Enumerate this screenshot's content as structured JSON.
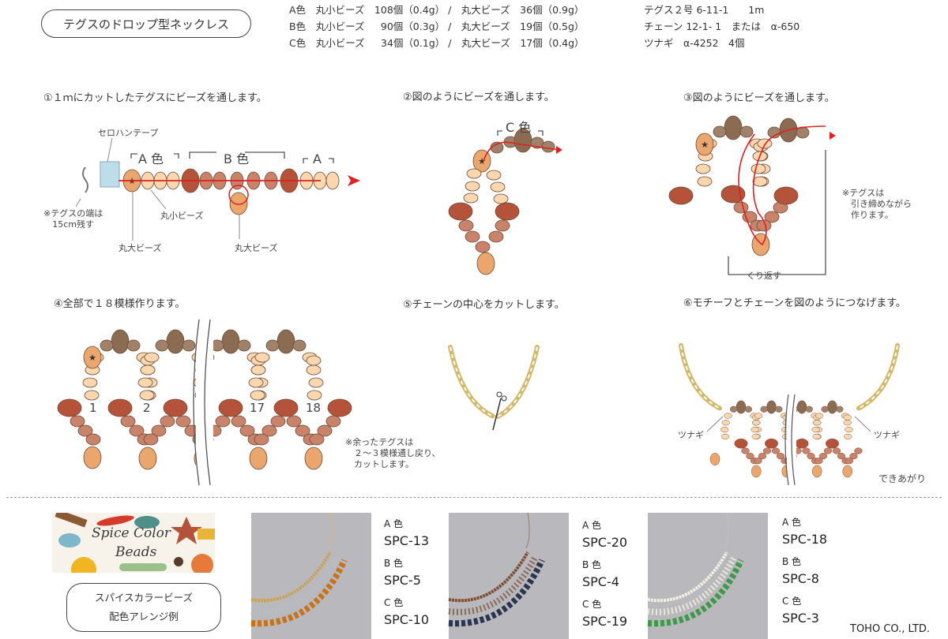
{
  "title": "テグスのドロップ型ネックレス",
  "materials": {
    "beads": [
      "A色　丸小ビーズ　108個（0.4g） /　丸大ビーズ　36個（0.9g）",
      "B色　丸小ビーズ　  90個（0.3g） /　丸大ビーズ　19個（0.5g）",
      "C色　丸小ビーズ　  34個（0.1g） /　丸大ビーズ　17個（0.4g）"
    ],
    "parts": [
      "テグス２号 6-11-1　　1m",
      "チェーン 12-1- 1　または　α-650",
      "ツナギ　α-4252　4個"
    ]
  },
  "steps": [
    {
      "heading": "①１ｍにカットしたテグスにビーズを通します。",
      "labels": {
        "tape": "セロハンテープ",
        "a": "A 色",
        "b": "B 色",
        "a2": "A",
        "small": "丸小ビーズ",
        "large1": "丸大ビーズ",
        "large2": "丸大ビーズ",
        "note": "※テグスの端は\n15cm残す"
      }
    },
    {
      "heading": "②図のようにビーズを通します。",
      "labels": {
        "c": "C 色"
      }
    },
    {
      "heading": "③図のようにビーズを通します。",
      "labels": {
        "note": "※テグスは\n　引き締めながら\n　作ります。",
        "repeat": "くり返す"
      }
    },
    {
      "heading": "④全部で１８模様作ります。",
      "labels": {
        "n1": "1",
        "n2": "2",
        "n17": "17",
        "n18": "18",
        "note": "※余ったテグスは\n　２～３模様通し戻り、\n　カットします。"
      }
    },
    {
      "heading": "⑤チェーンの中心をカットします。",
      "labels": {}
    },
    {
      "heading": "⑥モチーフとチェーンを図のようにつなげます。",
      "labels": {
        "link_left": "ツナギ",
        "link_right": "ツナギ",
        "done": "できあがり"
      }
    }
  ],
  "logo": {
    "line1": "Spice Color",
    "line2": "Beads"
  },
  "arrange": {
    "line1": "スパイスカラービーズ",
    "line2": "配色アレンジ例"
  },
  "examples": [
    {
      "a_label": "A 色",
      "a": "SPC-13",
      "b_label": "B 色",
      "b": "SPC-5",
      "c_label": "C 色",
      "c": "SPC-10"
    },
    {
      "a_label": "A 色",
      "a": "SPC-20",
      "b_label": "B 色",
      "b": "SPC-4",
      "c_label": "C 色",
      "c": "SPC-19"
    },
    {
      "a_label": "A 色",
      "a": "SPC-18",
      "b_label": "B 色",
      "b": "SPC-8",
      "c_label": "C 色",
      "c": "SPC-3"
    }
  ],
  "footer": "TOHO CO., LTD.",
  "colors": {
    "a_small": "#fad7ae",
    "a_large": "#eba66e",
    "b_small": "#c9836a",
    "b_large": "#b5533a",
    "c_small": "#a0826a",
    "c_large": "#8b6b52",
    "thread": "#e02020"
  }
}
